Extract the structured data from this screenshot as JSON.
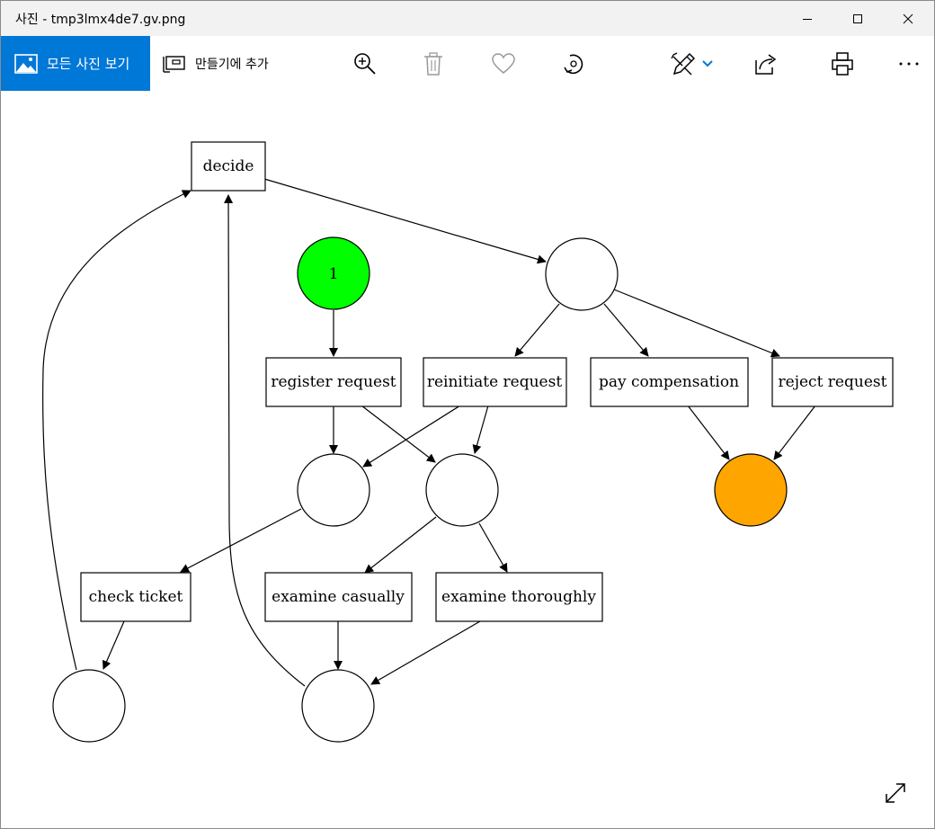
{
  "window": {
    "title": "사진 - tmp3lmx4de7.gv.png"
  },
  "toolbar": {
    "all_photos_label": "모든 사진 보기",
    "add_to_creation_label": "만들기에 추가",
    "icons": [
      "zoom-in-icon",
      "delete-icon",
      "favorite-icon",
      "rotate-icon",
      "edit-create-icon",
      "share-icon",
      "print-icon",
      "more-icon"
    ],
    "accent_color": "#0078d7"
  },
  "graph": {
    "nodes": {
      "decide": "decide",
      "start_token": "1",
      "register_request": "register request",
      "reinitiate_request": "reinitiate request",
      "pay_compensation": "pay compensation",
      "reject_request": "reject request",
      "check_ticket": "check ticket",
      "examine_casually": "examine casually",
      "examine_thoroughly": "examine thoroughly"
    },
    "colors": {
      "start_place": "#00ff00",
      "end_place": "#ffa500",
      "place": "#ffffff",
      "stroke": "#000000"
    }
  }
}
